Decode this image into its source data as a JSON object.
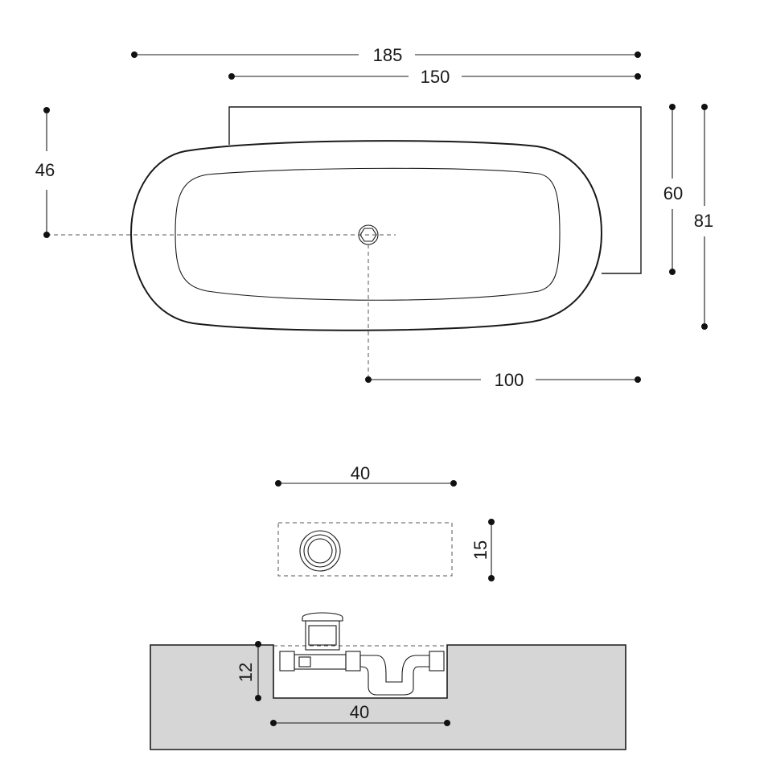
{
  "top_view": {
    "overall_length": "185",
    "basin_length": "150",
    "drain_offset_side": "46",
    "drain_offset_back": "100",
    "depth_counter": "60",
    "total_depth": "81"
  },
  "drain_box_plan": {
    "width": "40",
    "depth": "15"
  },
  "drain_box_section": {
    "height": "12",
    "width": "40"
  },
  "colors": {
    "line": "#1a1a1a",
    "section_fill": "#d6d6d6",
    "background": "#ffffff"
  }
}
